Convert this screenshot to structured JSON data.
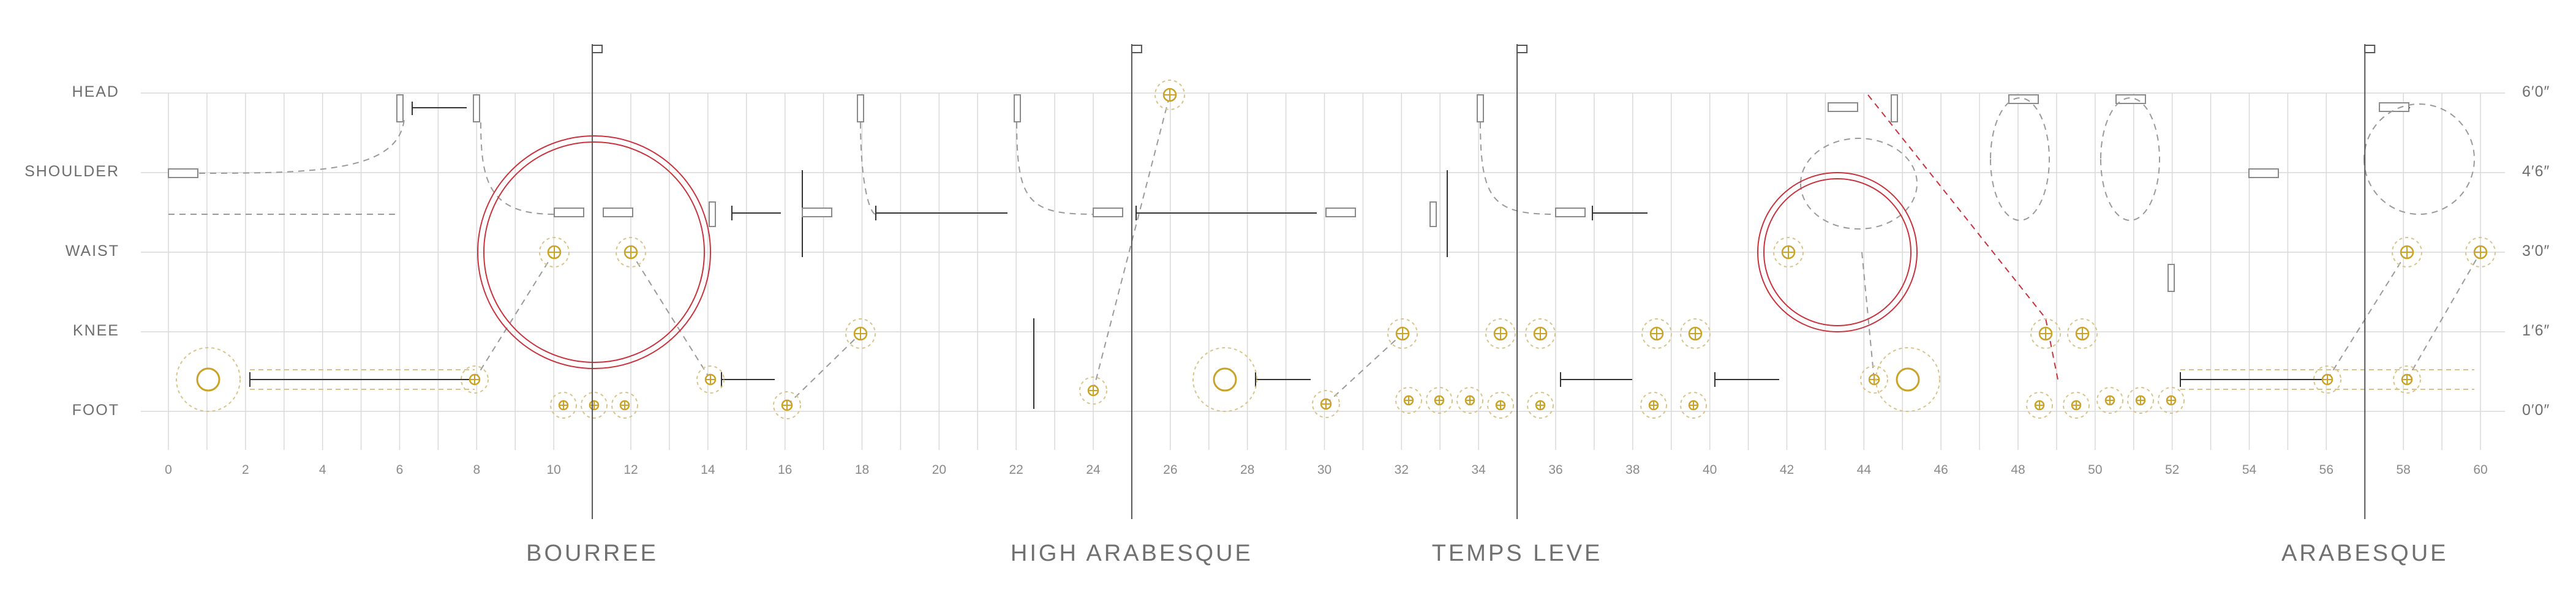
{
  "levels": [
    {
      "label": "HEAD",
      "height": "6′0″"
    },
    {
      "label": "SHOULDER",
      "height": "4′6″"
    },
    {
      "label": "WAIST",
      "height": "3′0″"
    },
    {
      "label": "KNEE",
      "height": "1′6″"
    },
    {
      "label": "FOOT",
      "height": "0′0″"
    }
  ],
  "timeline": {
    "min": 0,
    "max": 60,
    "ticks": [
      "0",
      "2",
      "4",
      "6",
      "8",
      "10",
      "12",
      "14",
      "16",
      "18",
      "20",
      "22",
      "24",
      "26",
      "28",
      "30",
      "32",
      "34",
      "36",
      "38",
      "40",
      "42",
      "44",
      "46",
      "48",
      "50",
      "52",
      "54",
      "56",
      "58",
      "60"
    ]
  },
  "movements": [
    {
      "label": "BOURREE",
      "count": 11
    },
    {
      "label": "HIGH ARABESQUE",
      "count": 25
    },
    {
      "label": "TEMPS LEVE",
      "count": 35
    },
    {
      "label": "ARABESQUE",
      "count": 57
    }
  ],
  "colors": {
    "grid": "#d9d9d9",
    "text": "#6e6e6e",
    "marker_ink": "#333333",
    "joint": "#c9a227",
    "joint_dashed": "#d8c48a",
    "accent_circle": "#c8323c",
    "trail": "#9a9a9a"
  },
  "icons": {
    "movement_flag": "flag-icon",
    "joint": "joint-target-icon",
    "hold_bar": "dumbbell-bar-icon"
  }
}
